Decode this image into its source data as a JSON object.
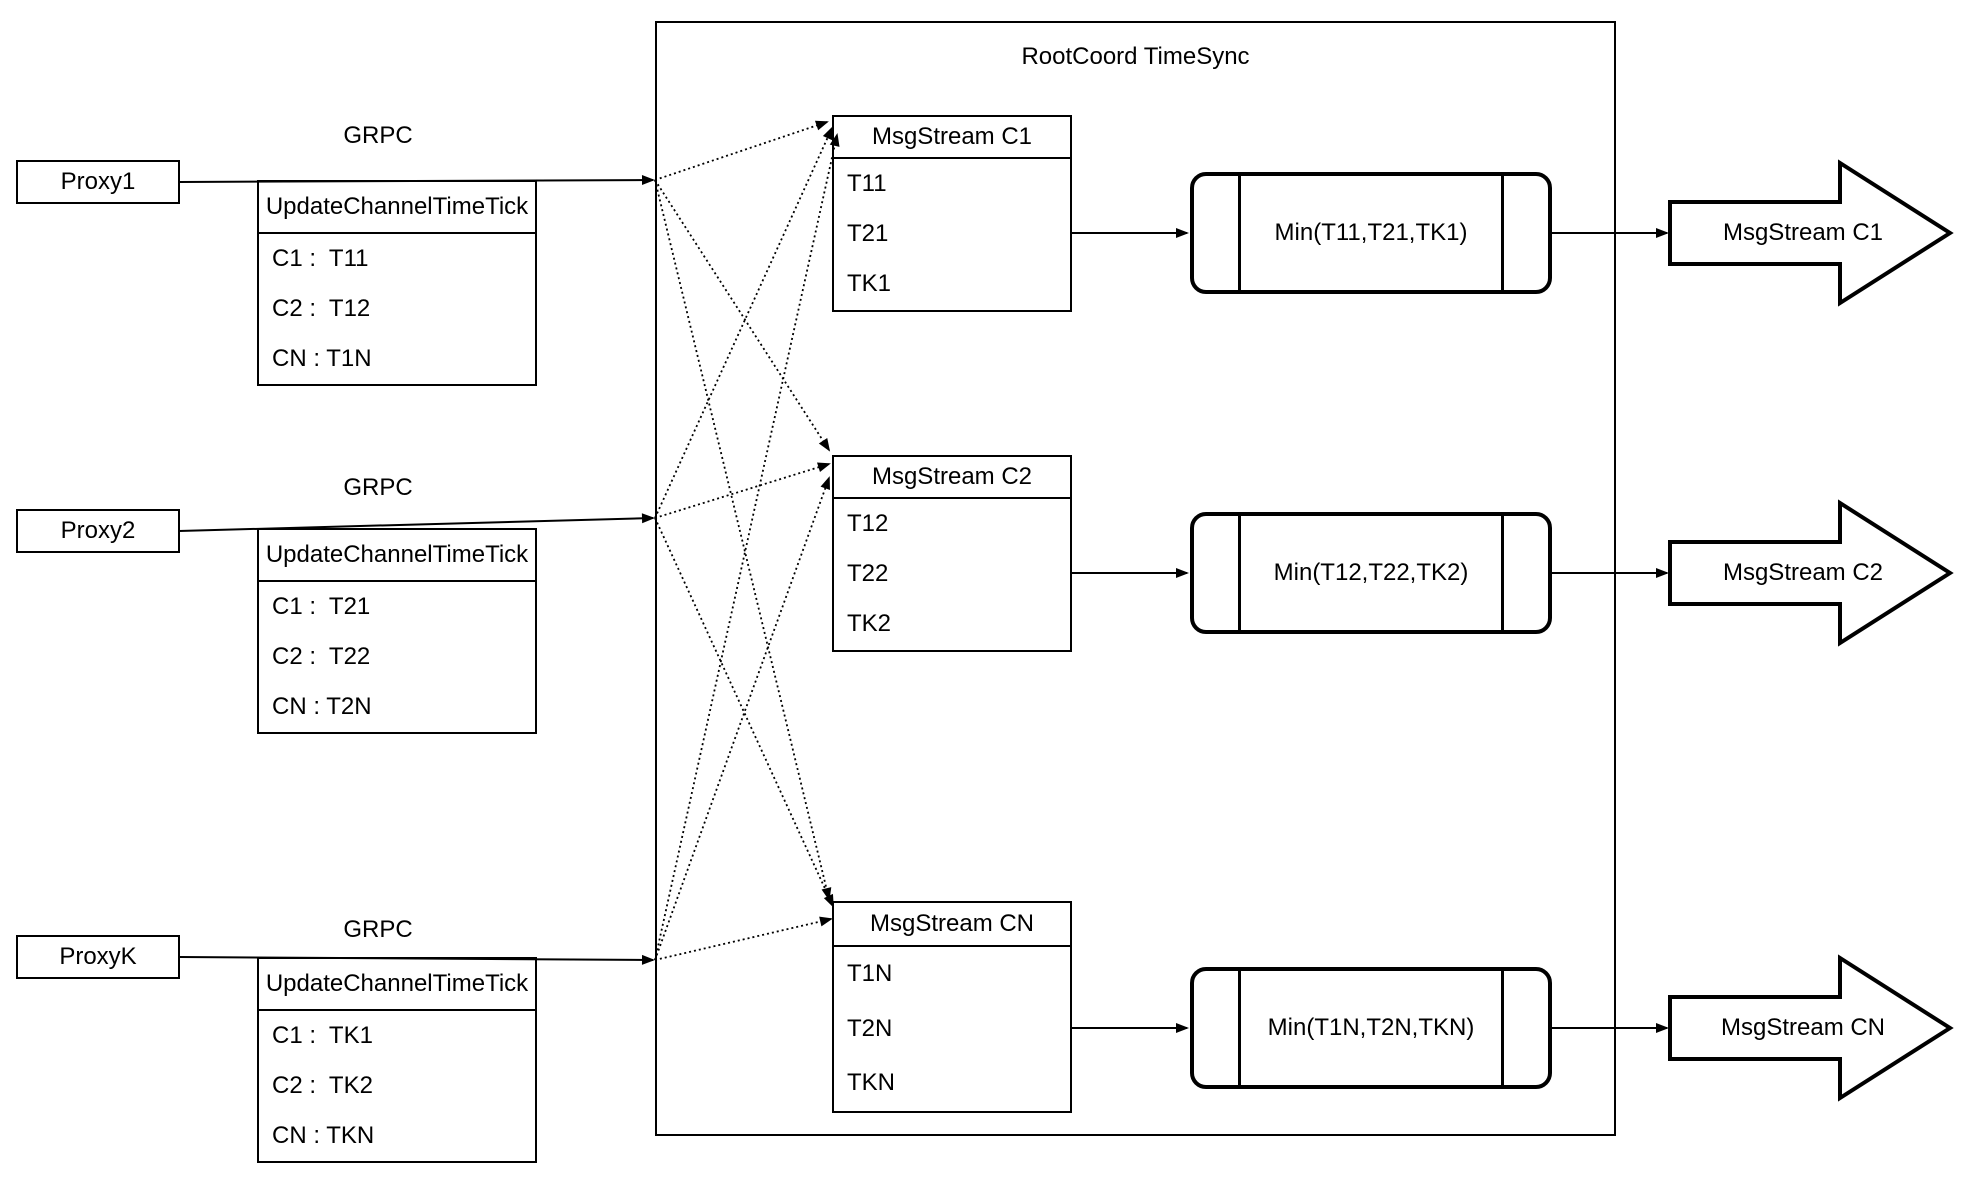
{
  "diagram": {
    "title": "RootCoord TimeSync",
    "grpc_label": "GRPC",
    "colors": {
      "stroke": "#000000",
      "background": "#ffffff"
    },
    "proxies": [
      {
        "name": "Proxy1",
        "table_header": "UpdateChannelTimeTick",
        "rows": [
          "C1 :  T11",
          "C2 :  T12",
          "CN : T1N"
        ]
      },
      {
        "name": "Proxy2",
        "table_header": "UpdateChannelTimeTick",
        "rows": [
          "C1 :  T21",
          "C2 :  T22",
          "CN : T2N"
        ]
      },
      {
        "name": "ProxyK",
        "table_header": "UpdateChannelTimeTick",
        "rows": [
          "C1 :  TK1",
          "C2 :  TK2",
          "CN : TKN"
        ]
      }
    ],
    "streams": [
      {
        "header": "MsgStream C1",
        "rows": [
          "T11",
          "T21",
          "TK1"
        ],
        "min_label": "Min(T11,T21,TK1)",
        "output_label": "MsgStream C1"
      },
      {
        "header": "MsgStream C2",
        "rows": [
          "T12",
          "T22",
          "TK2"
        ],
        "min_label": "Min(T12,T22,TK2)",
        "output_label": "MsgStream C2"
      },
      {
        "header": "MsgStream CN",
        "rows": [
          "T1N",
          "T2N",
          "TKN"
        ],
        "min_label": "Min(T1N,T2N,TKN)",
        "output_label": "MsgStream CN"
      }
    ]
  }
}
